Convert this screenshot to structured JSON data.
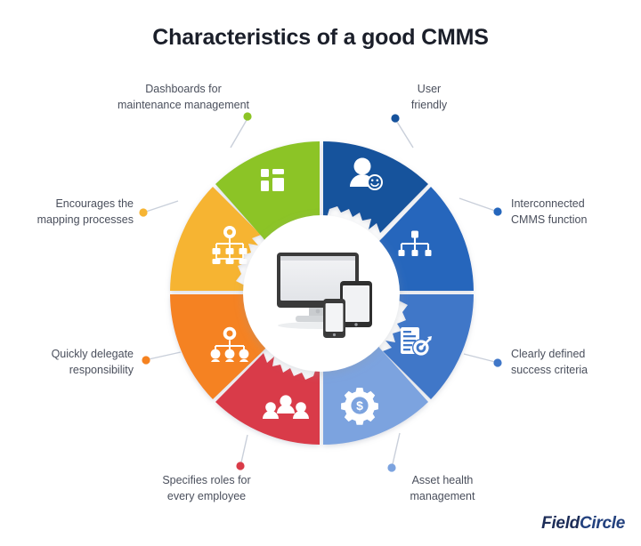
{
  "title": "Characteristics of a good CMMS",
  "brand": {
    "logo_part1": "Field",
    "logo_part2": "Circle",
    "logo_color": "#1d2d58"
  },
  "center": {
    "icon": "responsive-devices-icon",
    "devices": [
      "desktop-monitor",
      "tablet",
      "smartphone"
    ]
  },
  "wheel": {
    "type": "gear-donut",
    "segment_count": 8,
    "segments": [
      {
        "id": "user-friendly",
        "label": "User\nfriendly",
        "label_lines": [
          "User",
          "friendly"
        ],
        "color": "#16529C",
        "icon": "user-smiley-icon",
        "side": "right",
        "angle_start": -90,
        "angle_end": -45
      },
      {
        "id": "interconnected-cmms-function",
        "label": "Interconnected CMMS function",
        "label_lines": [
          "Interconnected",
          "CMMS function"
        ],
        "color": "#2566BC",
        "icon": "org-chart-icon",
        "side": "right",
        "angle_start": -45,
        "angle_end": 0
      },
      {
        "id": "clearly-defined-success-criteria",
        "label": "Clearly defined success criteria",
        "label_lines": [
          "Clearly defined",
          "success criteria"
        ],
        "color": "#4077C8",
        "icon": "checklist-target-icon",
        "side": "right",
        "angle_start": 0,
        "angle_end": 45
      },
      {
        "id": "asset-health-management",
        "label": "Asset health management",
        "label_lines": [
          "Asset health",
          "management"
        ],
        "color": "#7CA3DF",
        "icon": "gear-dollar-icon",
        "side": "bottom-right",
        "angle_start": 45,
        "angle_end": 90
      },
      {
        "id": "specifies-roles-for-every-employee",
        "label": "Specifies roles for every employee",
        "label_lines": [
          "Specifies roles for",
          "every employee"
        ],
        "color": "#D93B48",
        "icon": "team-group-icon",
        "side": "bottom-left",
        "angle_start": 90,
        "angle_end": 135
      },
      {
        "id": "quickly-delegate-responsibility",
        "label": "Quickly delegate responsibility",
        "label_lines": [
          "Quickly delegate",
          "responsibility"
        ],
        "color": "#F58220",
        "icon": "delegation-network-icon",
        "side": "left",
        "angle_start": 135,
        "angle_end": 180
      },
      {
        "id": "encourages-the-mapping-processes",
        "label": "Encourages the mapping processes",
        "label_lines": [
          "Encourages the",
          "mapping processes"
        ],
        "color": "#F6B433",
        "icon": "sitemap-icon",
        "side": "left",
        "angle_start": 180,
        "angle_end": 225
      },
      {
        "id": "dashboards-for-maintenance-management",
        "label": "Dashboards for maintenance management",
        "label_lines": [
          "Dashboards for",
          "maintenance management"
        ],
        "color": "#8CC425",
        "icon": "dashboard-grid-icon",
        "side": "top-left",
        "angle_start": 225,
        "angle_end": 270
      }
    ]
  }
}
